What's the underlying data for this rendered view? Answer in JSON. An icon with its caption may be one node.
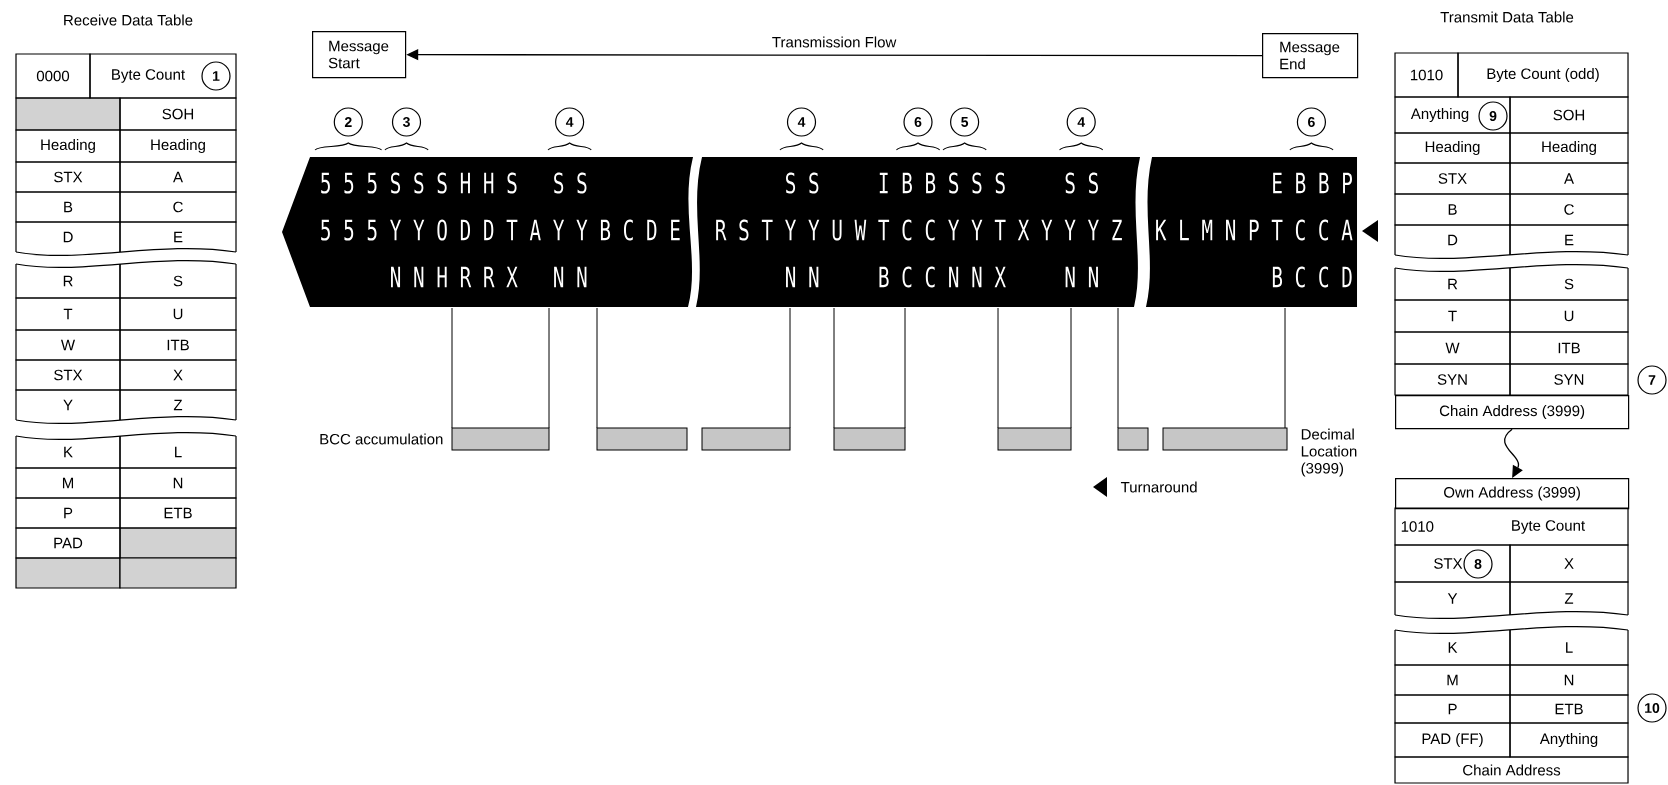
{
  "diagram": {
    "nodes": [
      {
        "text": [
          "Message Start"
        ]
      },
      {
        "text": [
          "Message End"
        ]
      },
      {
        "text": [
          "Chain Address (3999)"
        ]
      },
      {
        "text": [
          "Own Address (3999)"
        ]
      }
    ],
    "edges": [
      {
        "from": 1,
        "to": 0,
        "arrow": "to",
        "label": "Transmission Flow"
      },
      {
        "from": 2,
        "to": 3,
        "arrow": "to"
      }
    ],
    "labels": [
      "Receive Data Table",
      "0000",
      "Byte Count",
      "1",
      "SOH",
      "Heading",
      "Heading",
      "STX",
      "A",
      "B",
      "C",
      "D",
      "E",
      "R",
      "S",
      "T",
      "U",
      "W",
      "ITB",
      "STX",
      "X",
      "Y",
      "Z",
      "K",
      "L",
      "M",
      "N",
      "P",
      "ETB",
      "PAD",
      "2",
      "3",
      "4",
      "4",
      "6",
      "5",
      "4",
      "6",
      "5 5 5 S S S H H S",
      "S S",
      "5 5 5 Y Y O D D T A Y Y B C D E",
      "N N H R R X",
      "N N",
      "S S",
      "I B B S S S",
      "S S",
      "R S T Y Y U W T C C Y Y T X Y Y Y Z",
      "N N",
      "B C C N N X",
      "N N",
      "E B B P",
      "K L M N P T C C A",
      "B C C D",
      "BCC accumulation",
      "Transmit Data Table",
      "1010",
      "Byte Count (odd)",
      "Anything",
      "9",
      "SOH",
      "Heading",
      "Heading",
      "STX",
      "A",
      "B",
      "C",
      "D",
      "E",
      "R",
      "S",
      "T",
      "U",
      "W",
      "ITB",
      "SYN",
      "SYN",
      "7",
      "Decimal Location (3999)",
      "1010",
      "Byte Count",
      "STX",
      "8",
      "X",
      "Y",
      "Z",
      "K",
      "L",
      "M",
      "N",
      "P",
      "ETB",
      "10",
      "PAD (FF)",
      "Anything",
      "Chain Address"
    ],
    "legend": [
      {
        "text": "Turnaround"
      }
    ]
  }
}
